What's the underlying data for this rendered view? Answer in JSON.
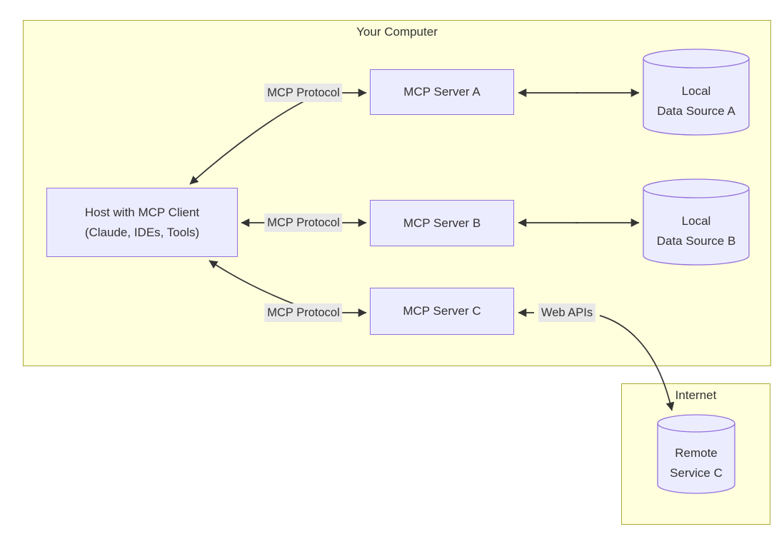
{
  "diagram": {
    "groups": {
      "your_computer": {
        "title": "Your Computer"
      },
      "internet": {
        "title": "Internet"
      }
    },
    "nodes": {
      "host": {
        "line1": "Host with MCP Client",
        "line2": "(Claude, IDEs, Tools)"
      },
      "server_a": {
        "label": "MCP Server A"
      },
      "server_b": {
        "label": "MCP Server B"
      },
      "server_c": {
        "label": "MCP Server C"
      },
      "data_a": {
        "line1": "Local",
        "line2": "Data Source A"
      },
      "data_b": {
        "line1": "Local",
        "line2": "Data Source B"
      },
      "remote_c": {
        "line1": "Remote",
        "line2": "Service C"
      }
    },
    "edge_labels": {
      "protocol_a": "MCP Protocol",
      "protocol_b": "MCP Protocol",
      "protocol_c": "MCP Protocol",
      "web_apis": "Web APIs"
    },
    "colors": {
      "group_fill": "#ffffde",
      "group_border": "#aaaa33",
      "node_fill": "#ececff",
      "node_border": "#9370db",
      "edge_label_bg": "#e8e8e8",
      "edge_stroke": "#333333",
      "text": "#333333"
    }
  }
}
